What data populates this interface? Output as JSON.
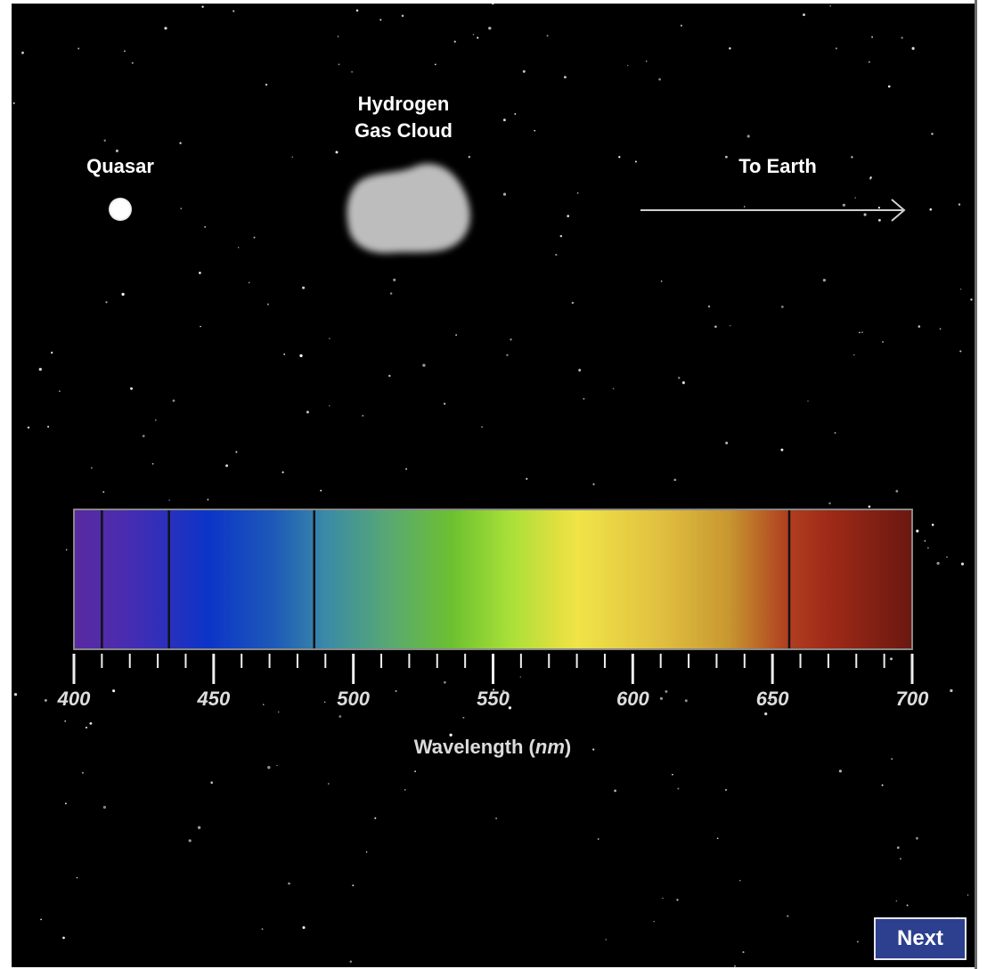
{
  "labels": {
    "quasar": "Quasar",
    "cloud_line1": "Hydrogen",
    "cloud_line2": "Gas Cloud",
    "earth": "To Earth"
  },
  "axis": {
    "title_prefix": "Wavelength (",
    "title_unit": "nm",
    "title_suffix": ")"
  },
  "navigation": {
    "next_label": "Next"
  },
  "colors": {
    "background": "#000000",
    "next_button": "#2d3f8f",
    "cloud": "#b8b8b8"
  },
  "chart_data": {
    "type": "spectrum",
    "x_range": [
      400,
      700
    ],
    "major_ticks": [
      400,
      450,
      500,
      550,
      600,
      650,
      700
    ],
    "minor_tick_step": 10,
    "absorption_lines_nm": [
      410,
      434,
      486,
      656
    ]
  }
}
